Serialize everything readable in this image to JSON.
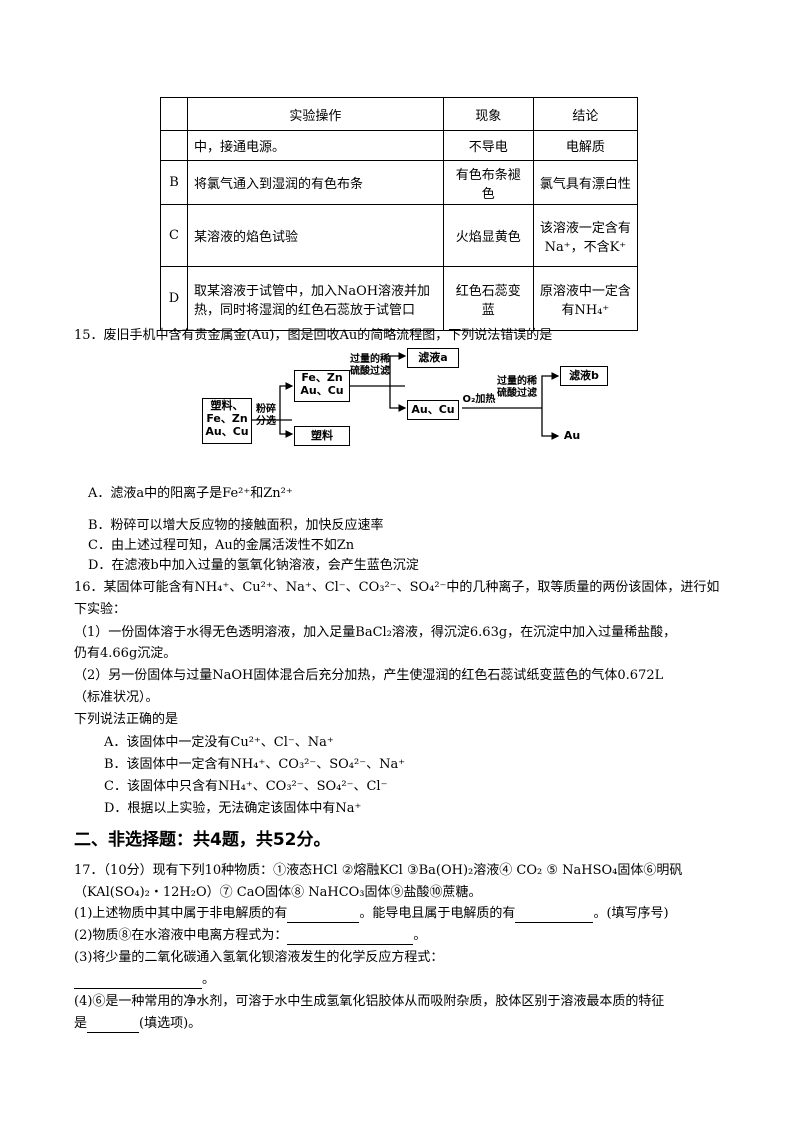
{
  "table": {
    "headers": [
      "",
      "实验操作",
      "现象",
      "结论"
    ],
    "rows": [
      {
        "id": "",
        "op": "中，接通电源。",
        "ph": "不导电",
        "co": "电解质"
      },
      {
        "id": "B",
        "op": "将氯气通入到湿润的有色布条",
        "ph": "有色布条褪色",
        "co": "氯气具有漂白性"
      },
      {
        "id": "C",
        "op": "某溶液的焰色试验",
        "ph": "火焰显黄色",
        "co": "该溶液一定含有Na⁺，不含K⁺"
      },
      {
        "id": "D",
        "op": "取某溶液于试管中，加入NaOH溶液并加热，同时将湿润的红色石蕊放于试管口",
        "ph": "红色石蕊变蓝",
        "co": "原溶液中一定含有NH₄⁺"
      }
    ]
  },
  "q15": {
    "stem": "15．废旧手机中含有贵金属金(Au)，图是回收Au的简略流程图，下列说法错误的是",
    "flow": {
      "start": "塑料、Fe、Zn Au、Cu",
      "step1": "粉碎分选",
      "metals": "Fe、Zn Au、Cu",
      "plastic": "塑料",
      "acid1": "过量的稀硫酸过滤",
      "filtrate_a": "滤液a",
      "au_cu": "Au、Cu",
      "o2": "O₂加热",
      "acid2": "过量的稀硫酸过滤",
      "filtrate_b": "滤液b",
      "au": "Au"
    },
    "options": [
      "A．滤液a中的阳离子是Fe²⁺和Zn²⁺",
      "B．粉碎可以增大反应物的接触面积，加快反应速率",
      "C．由上述过程可知，Au的金属活泼性不如Zn",
      "D．在滤液b中加入过量的氢氧化钠溶液，会产生蓝色沉淀"
    ]
  },
  "q16": {
    "stem1": "16．某固体可能含有NH₄⁺、Cu²⁺、Na⁺、Cl⁻、CO₃²⁻、SO₄²⁻中的几种离子，取等质量的两份该固体，进行如",
    "stem2": "下实验：",
    "p1a": "（1）一份固体溶于水得无色透明溶液，加入足量BaCl₂溶液，得沉淀6.63g，在沉淀中加入过量稀盐酸，",
    "p1b": "仍有4.66g沉淀。",
    "p2a": "（2）另一份固体与过量NaOH固体混合后充分加热，产生使湿润的红色石蕊试纸变蓝色的气体0.672L",
    "p2b": "（标准状况）。",
    "ask": "下列说法正确的是",
    "options": [
      "A．该固体中一定没有Cu²⁺、Cl⁻、Na⁺",
      "B．该固体中一定含有NH₄⁺、CO₃²⁻、SO₄²⁻、Na⁺",
      "C．该固体中只含有NH₄⁺、CO₃²⁻、SO₄²⁻、Cl⁻",
      "D．根据以上实验，无法确定该固体中有Na⁺"
    ]
  },
  "section2": "二、非选择题：共4题，共52分。",
  "q17": {
    "l1": "17．（10分）现有下列10种物质：①液态HCl ②熔融KCl ③Ba(OH)₂溶液④ CO₂ ⑤ NaHSO₄固体⑥明矾",
    "l2": "（KAl(SO₄)₂・12H₂O）⑦ CaO固体⑧ NaHCO₃固体⑨盐酸⑩蔗糖。",
    "l3a": "(1)上述物质中其中属于非电解质的有",
    "l3b": "。能导电且属于电解质的有",
    "l3c": "。(填写序号)",
    "l4a": "(2)物质⑧在水溶液中电离方程式为：",
    "l4b": "。",
    "l5": "(3)将少量的二氧化碳通入氢氧化钡溶液发生的化学反应方程式：",
    "l6": "。",
    "l7": "(4)⑥是一种常用的净水剂，可溶于水中生成氢氧化铝胶体从而吸附杂质，胶体区别于溶液最本质的特征",
    "l8a": "是",
    "l8b": "(填选项)。"
  }
}
